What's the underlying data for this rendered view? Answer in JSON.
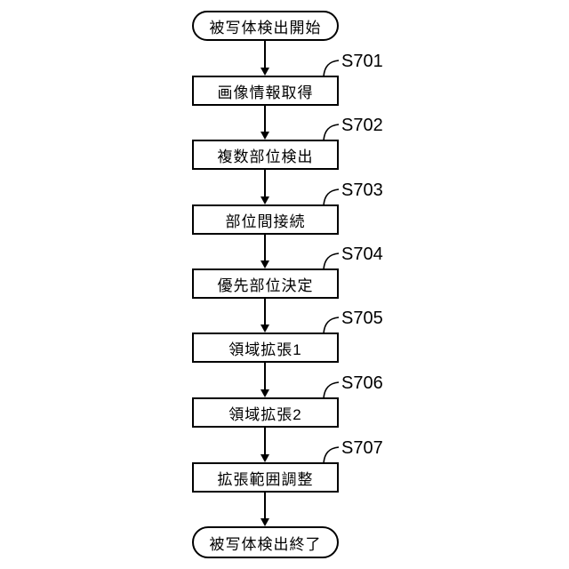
{
  "diagram": {
    "title": "subject-detection-flowchart",
    "start_label": "被写体検出開始",
    "end_label": "被写体検出終了",
    "steps": [
      {
        "id": "S701",
        "label": "画像情報取得"
      },
      {
        "id": "S702",
        "label": "複数部位検出"
      },
      {
        "id": "S703",
        "label": "部位間接続"
      },
      {
        "id": "S704",
        "label": "優先部位決定"
      },
      {
        "id": "S705",
        "label": "領域拡張1"
      },
      {
        "id": "S706",
        "label": "領域拡張2"
      },
      {
        "id": "S707",
        "label": "拡張範囲調整"
      }
    ],
    "colors": {
      "stroke": "#000000",
      "background": "#ffffff"
    }
  }
}
